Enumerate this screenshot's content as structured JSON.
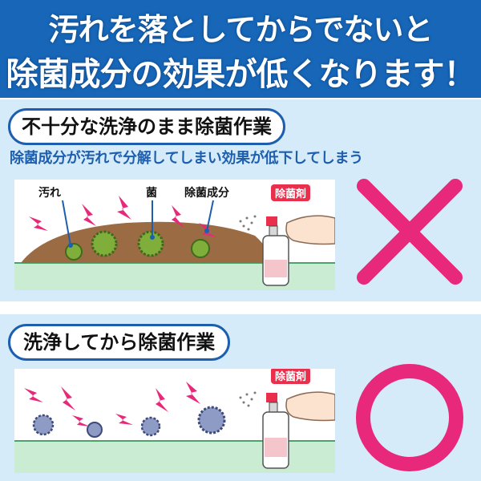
{
  "headline": {
    "line1": "汚れを落としてからでないと",
    "line2": "除菌成分の効果が低くなります！"
  },
  "section1": {
    "title": "不十分な洗浄のまま除菌作業",
    "description": "除菌成分が汚れで分解してしまい効果が低下してしまう",
    "labels": {
      "dirt": "汚れ",
      "germ": "菌",
      "agent": "除菌成分"
    },
    "spray_tag": "除菌剤",
    "verdict_icon": "cross-icon"
  },
  "section2": {
    "title": "洗浄してから除菌作業",
    "spray_tag": "除菌剤",
    "verdict_icon": "circle-icon"
  },
  "colors": {
    "banner": "#1766b8",
    "panel": "#d6ebf9",
    "accent_pink": "#e8287a",
    "pill_border": "#1d5fae"
  }
}
